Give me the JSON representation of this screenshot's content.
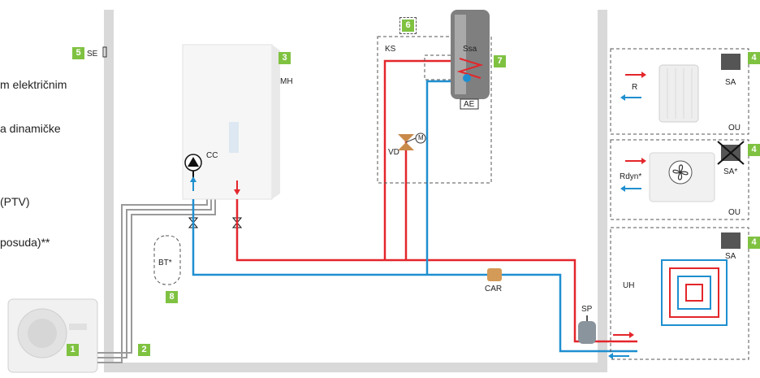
{
  "left_text": [
    "m električnim",
    "a dinamičke",
    "(PTV)",
    "posuda)**"
  ],
  "badges": [
    "1",
    "2",
    "3",
    "4",
    "4",
    "4",
    "5",
    "6",
    "7",
    "8"
  ],
  "labels": {
    "se": "SE",
    "mh": "MH",
    "cc": "CC",
    "ks": "KS",
    "ssa": "Ssa",
    "ae": "AE",
    "vd": "VD",
    "m": "M",
    "bt": "BT*",
    "car": "CAR",
    "sp": "SP",
    "r": "R",
    "sa1": "SA",
    "ou1": "OU",
    "rdyn": "Rdyn*",
    "sa2": "SA*",
    "ou2": "OU",
    "uh": "UH",
    "sa3": "SA"
  },
  "colors": {
    "hot": "#e3262b",
    "cold": "#1f8fd0",
    "badge": "#7fc241",
    "wall": "#d9d9d9",
    "pipe_grey": "#9a9a9a"
  }
}
